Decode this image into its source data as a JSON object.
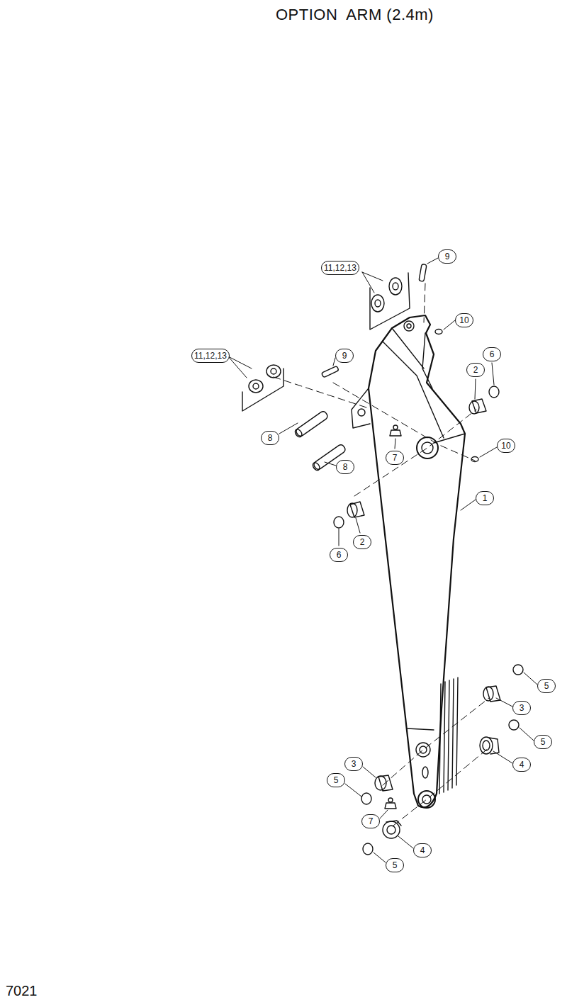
{
  "diagram": {
    "title": "OPTION  ARM (2.4m)",
    "labels": [
      "9",
      "11,12,13",
      "10",
      "6",
      "11,12,13",
      "9",
      "2",
      "8",
      "7",
      "10",
      "8",
      "1",
      "2",
      "6",
      "5",
      "3",
      "5",
      "4",
      "3",
      "5",
      "7",
      "4",
      "5",
      "7021"
    ]
  }
}
